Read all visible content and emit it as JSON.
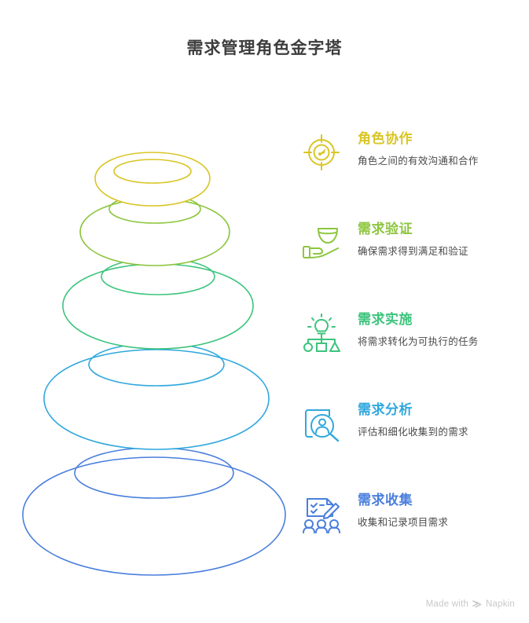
{
  "page": {
    "title": "需求管理角色金字塔",
    "background_color": "#ffffff",
    "title_color": "#3d3d3d",
    "description_color": "#4a4a4a"
  },
  "chart_data": {
    "type": "pyramid",
    "title": "需求管理角色金字塔",
    "orientation": "stacked-stones-bottom-to-top",
    "levels": [
      {
        "index": 1,
        "position": "top",
        "label": "角色协作",
        "description": "角色之间的有效沟通和合作",
        "color": "#d9c524",
        "icon": "target-compass-icon",
        "relative_width": 0.44
      },
      {
        "index": 2,
        "position": "upper-middle",
        "label": "需求验证",
        "description": "确保需求得到满足和验证",
        "color": "#8dc63f",
        "icon": "hand-bowl-icon",
        "relative_width": 0.58
      },
      {
        "index": 3,
        "position": "middle",
        "label": "需求实施",
        "description": "将需求转化为可执行的任务",
        "color": "#3cc47c",
        "icon": "lightbulb-tasks-icon",
        "relative_width": 0.72
      },
      {
        "index": 4,
        "position": "lower-middle",
        "label": "需求分析",
        "description": "评估和细化收集到的需求",
        "color": "#30a8dd",
        "icon": "document-person-search-icon",
        "relative_width": 0.86
      },
      {
        "index": 5,
        "position": "bottom",
        "label": "需求收集",
        "description": "收集和记录项目需求",
        "color": "#4a7fdd",
        "icon": "checklist-people-icon",
        "relative_width": 1.0
      }
    ]
  },
  "watermark": {
    "text_prefix": "Made with",
    "brand": "Napkin",
    "color": "#c9c9c9"
  }
}
